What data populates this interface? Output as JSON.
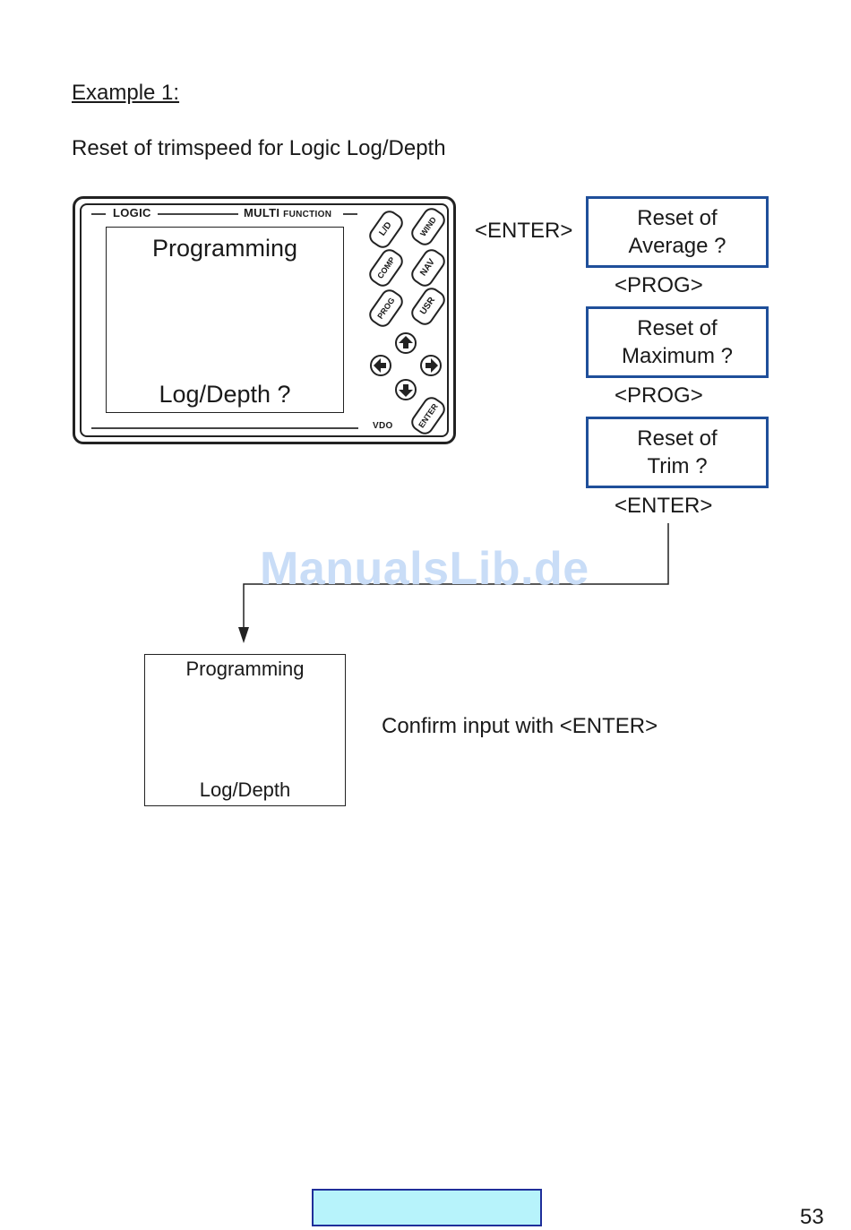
{
  "heading": "Example 1:",
  "subtitle": "Reset of trimspeed for Logic Log/Depth",
  "device": {
    "brand_left": "LOGIC",
    "brand_multi": "MULTI",
    "brand_function": "FUNCTION",
    "maker": "VDO",
    "screen_top": "Programming",
    "screen_bottom": "Log/Depth ?",
    "keys": [
      "L/D",
      "WIND",
      "COMP",
      "NAV",
      "PROG",
      "USR",
      "ENTER"
    ],
    "nav_icons": [
      "arrow-up-icon",
      "arrow-left-icon",
      "arrow-right-icon",
      "arrow-down-icon"
    ]
  },
  "flow": {
    "enter_label": "<ENTER>",
    "boxes": [
      {
        "line1": "Reset of",
        "line2": "Average ?"
      },
      {
        "line1": "Reset of",
        "line2": "Maximum ?"
      },
      {
        "line1": "Reset of",
        "line2": "Trim ?"
      }
    ],
    "prog_label_1": "<PROG>",
    "prog_label_2": "<PROG>",
    "enter_label_2": "<ENTER>",
    "box_border_color": "#1f4f9a"
  },
  "watermark": "ManualsLib.de",
  "result": {
    "screen_top": "Programming",
    "screen_bottom": "Log/Depth",
    "confirm_text": "Confirm input with <ENTER>"
  },
  "page_number": "53",
  "footer_bar_color": "#b7f3fb"
}
